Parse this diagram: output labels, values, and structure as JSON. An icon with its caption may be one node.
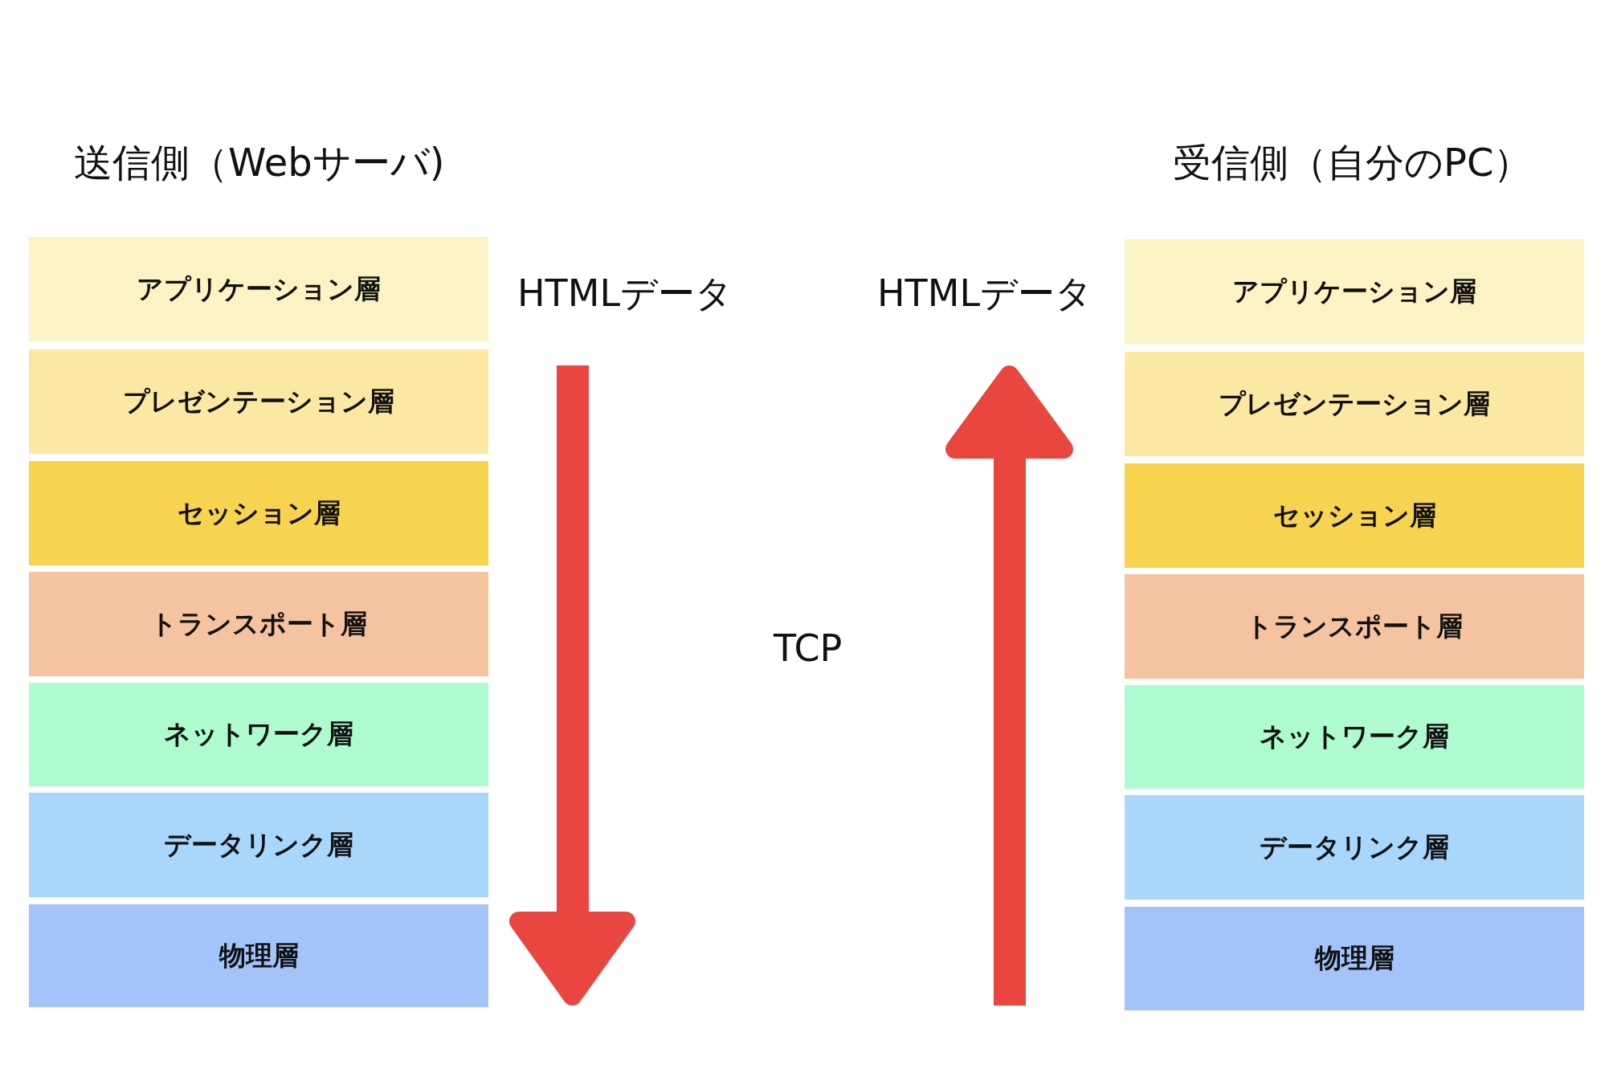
{
  "diagram": {
    "nodes": [
      {
        "text": [
          "アプリケーション層"
        ]
      },
      {
        "text": [
          "プレゼンテーション層"
        ]
      },
      {
        "text": [
          "セッション層"
        ]
      },
      {
        "text": [
          "トランスポート層"
        ]
      },
      {
        "text": [
          "ネットワーク層"
        ]
      },
      {
        "text": [
          "データリンク層"
        ]
      },
      {
        "text": [
          "物理層"
        ]
      },
      {
        "text": [
          "アプリケーション層"
        ]
      },
      {
        "text": [
          "プレゼンテーション層"
        ]
      },
      {
        "text": [
          "セッション層"
        ]
      },
      {
        "text": [
          "トランスポート層"
        ]
      },
      {
        "text": [
          "ネットワーク層"
        ]
      },
      {
        "text": [
          "データリンク層"
        ]
      },
      {
        "text": [
          "物理層"
        ]
      }
    ],
    "labels": [
      "送信側（Webサーバ)",
      "受信側（自分のPC）",
      "HTMLデータ",
      "HTMLデータ",
      "TCP"
    ]
  }
}
